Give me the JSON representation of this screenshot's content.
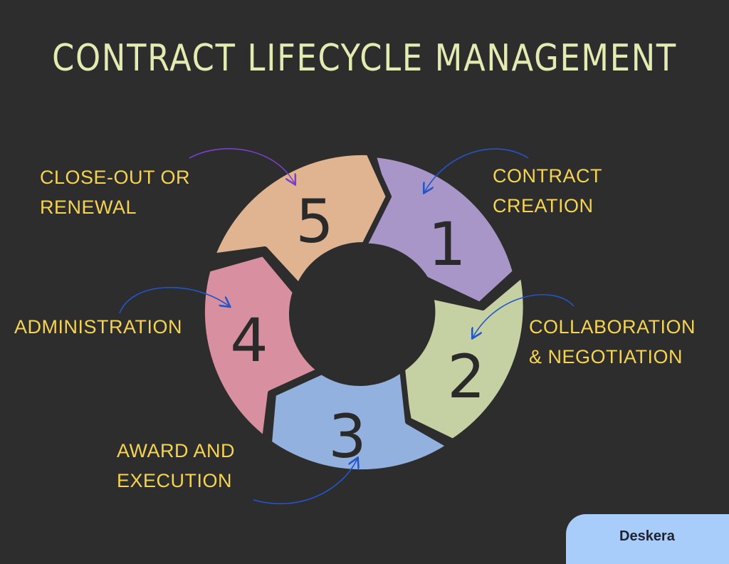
{
  "title": "CONTRACT LIFECYCLE MANAGEMENT",
  "stages": [
    {
      "number": "1",
      "label": "CONTRACT\nCREATION",
      "color": "#a996c9"
    },
    {
      "number": "2",
      "label": "COLLABORATION\n& NEGOTIATION",
      "color": "#c6d1a3"
    },
    {
      "number": "3",
      "label": "AWARD AND\nEXECUTION",
      "color": "#92b1de"
    },
    {
      "number": "4",
      "label": "ADMINISTRATION",
      "color": "#d88f9f"
    },
    {
      "number": "5",
      "label": "CLOSE-OUT OR\nRENEWAL",
      "color": "#e0b491"
    }
  ],
  "brand": "Deskera",
  "colors": {
    "background": "#2d2d2d",
    "title": "#e4ebb1",
    "labels": "#f6d44f",
    "brand_tab": "#a9cdfb"
  }
}
